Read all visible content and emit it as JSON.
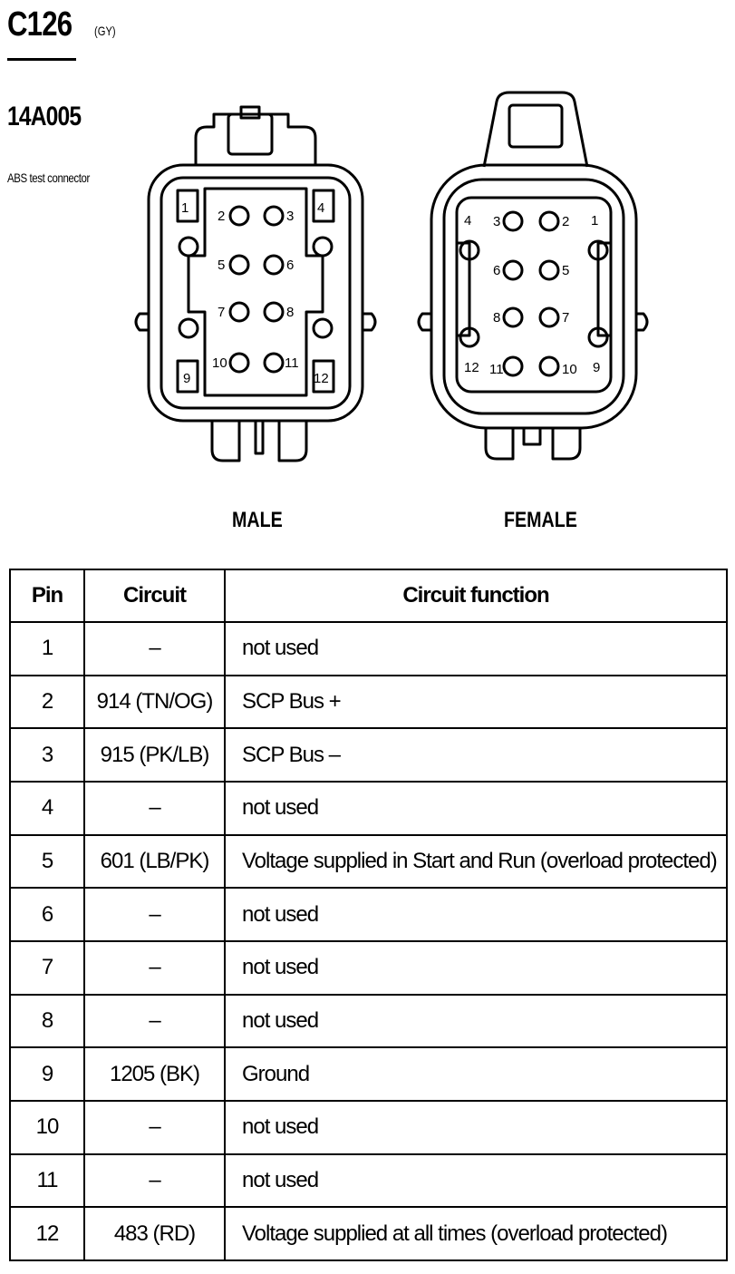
{
  "header": {
    "connector_id": "C126",
    "connector_color": "(GY)",
    "part_number": "14A005",
    "description": "ABS test connector"
  },
  "connectors": {
    "male": {
      "label": "MALE",
      "pins": [
        {
          "num": "1"
        },
        {
          "num": "2"
        },
        {
          "num": "3"
        },
        {
          "num": "4"
        },
        {
          "num": "5"
        },
        {
          "num": "6"
        },
        {
          "num": "7"
        },
        {
          "num": "8"
        },
        {
          "num": "9"
        },
        {
          "num": "10"
        },
        {
          "num": "11"
        },
        {
          "num": "12"
        }
      ]
    },
    "female": {
      "label": "FEMALE",
      "pins": [
        {
          "num": "1"
        },
        {
          "num": "2"
        },
        {
          "num": "3"
        },
        {
          "num": "4"
        },
        {
          "num": "5"
        },
        {
          "num": "6"
        },
        {
          "num": "7"
        },
        {
          "num": "8"
        },
        {
          "num": "9"
        },
        {
          "num": "10"
        },
        {
          "num": "11"
        },
        {
          "num": "12"
        }
      ]
    }
  },
  "table": {
    "headers": {
      "pin": "Pin",
      "circuit": "Circuit",
      "function": "Circuit function"
    },
    "rows": [
      {
        "pin": "1",
        "circuit": "–",
        "function": "not used"
      },
      {
        "pin": "2",
        "circuit": "914 (TN/OG)",
        "function": "SCP Bus +"
      },
      {
        "pin": "3",
        "circuit": "915 (PK/LB)",
        "function": "SCP Bus –"
      },
      {
        "pin": "4",
        "circuit": "–",
        "function": "not used"
      },
      {
        "pin": "5",
        "circuit": "601 (LB/PK)",
        "function": "Voltage supplied in Start and Run (overload protected)"
      },
      {
        "pin": "6",
        "circuit": "–",
        "function": "not used"
      },
      {
        "pin": "7",
        "circuit": "–",
        "function": "not used"
      },
      {
        "pin": "8",
        "circuit": "–",
        "function": "not used"
      },
      {
        "pin": "9",
        "circuit": "1205 (BK)",
        "function": "Ground"
      },
      {
        "pin": "10",
        "circuit": "–",
        "function": "not used"
      },
      {
        "pin": "11",
        "circuit": "–",
        "function": "not used"
      },
      {
        "pin": "12",
        "circuit": "483 (RD)",
        "function": "Voltage supplied at all times (overload protected)"
      }
    ]
  }
}
